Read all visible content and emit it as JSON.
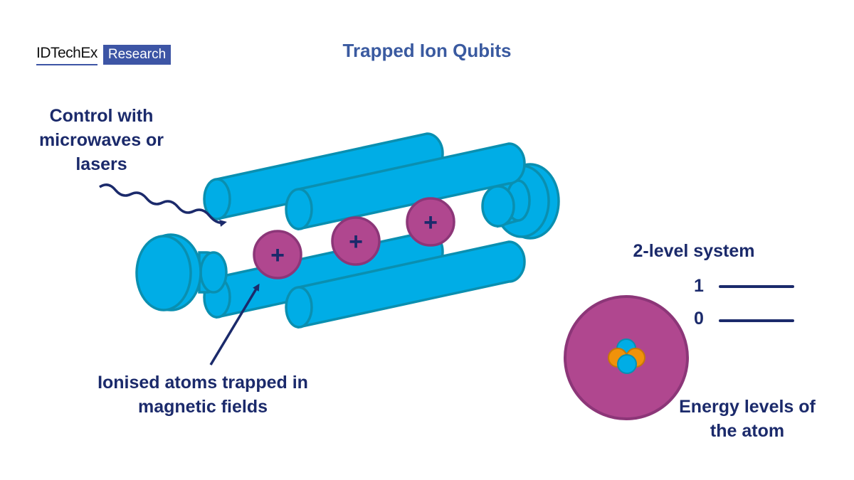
{
  "logo": {
    "brand": "IDTechEx",
    "sub": "Research"
  },
  "title": "Trapped Ion Qubits",
  "labels": {
    "control": "Control with microwaves or lasers",
    "ionised": "Ionised atoms trapped in magnetic fields",
    "two_level": "2-level system",
    "energy": "Energy levels of the atom"
  },
  "levels": {
    "one": "1",
    "zero": "0"
  },
  "ions": [
    {
      "charge": "+"
    },
    {
      "charge": "+"
    },
    {
      "charge": "+"
    }
  ],
  "colors": {
    "rod_fill": "#00ade6",
    "rod_stroke": "#0a8fb0",
    "ion_fill": "#b0478f",
    "ion_stroke": "#8c3678",
    "navy": "#1b2a6b",
    "title": "#3a5aa0",
    "orange": "#f0920a"
  }
}
